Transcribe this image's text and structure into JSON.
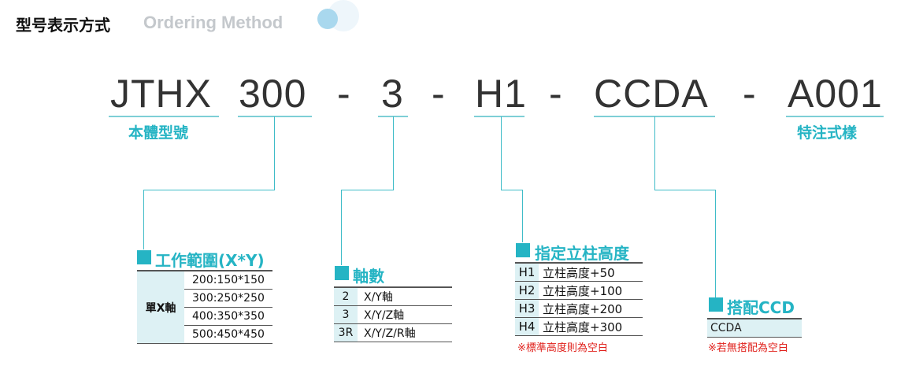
{
  "header": {
    "title_cn": "型号表示方式",
    "title_en": "Ordering Method"
  },
  "code": {
    "segments": [
      "JTHX",
      "300",
      "-",
      "3",
      "-",
      "H1",
      "-",
      "CCDA",
      "-",
      "A001"
    ],
    "caption_model": "本體型號",
    "caption_special": "特注式樣"
  },
  "sections": {
    "range": {
      "title": "工作範圍(X*Y)",
      "row_label": "單X軸",
      "rows": [
        "200:150*150",
        "300:250*250",
        "400:350*350",
        "500:450*450"
      ]
    },
    "axis": {
      "title": "軸數",
      "rows": [
        {
          "code": "2",
          "desc": "X/Y軸"
        },
        {
          "code": "3",
          "desc": "X/Y/Z軸"
        },
        {
          "code": "3R",
          "desc": "X/Y/Z/R軸"
        }
      ]
    },
    "column": {
      "title": "指定立柱高度",
      "rows": [
        {
          "code": "H1",
          "desc": "立柱高度+50"
        },
        {
          "code": "H2",
          "desc": "立柱高度+100"
        },
        {
          "code": "H3",
          "desc": "立柱高度+200"
        },
        {
          "code": "H4",
          "desc": "立柱高度+300"
        }
      ],
      "note": "※標準高度則為空白"
    },
    "ccd": {
      "title": "搭配CCD",
      "value": "CCDA",
      "note": "※若無搭配為空白"
    }
  },
  "colors": {
    "accent": "#25b4c4",
    "line": "#3fbcc8",
    "note": "#e0211c"
  }
}
